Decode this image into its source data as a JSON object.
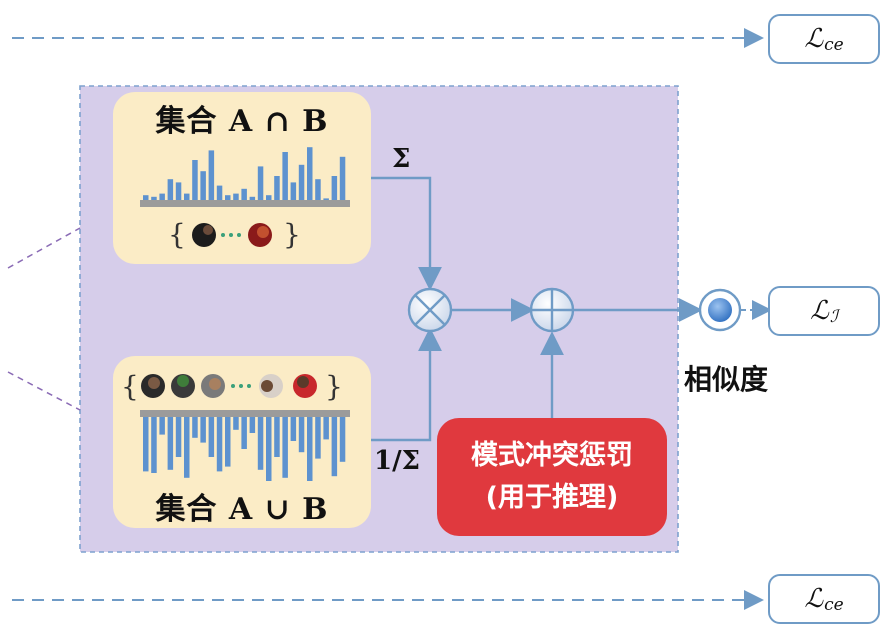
{
  "losses": {
    "top": {
      "base": "ℒ",
      "sub": "ce"
    },
    "middle": {
      "base": "ℒ",
      "sub": "ℐ"
    },
    "bottom": {
      "base": "ℒ",
      "sub": "ce"
    }
  },
  "intersection_set": {
    "title": "集合 A ∩ B",
    "bar_values": [
      3,
      2,
      4,
      13,
      11,
      4,
      25,
      18,
      31,
      9,
      3,
      4,
      7,
      2,
      21,
      3,
      15,
      30,
      11,
      22,
      33,
      13,
      1,
      15,
      27
    ]
  },
  "union_set": {
    "title": "集合 A ∪ B",
    "bar_values": [
      34,
      35,
      11,
      33,
      25,
      38,
      13,
      16,
      25,
      34,
      31,
      8,
      20,
      10,
      33,
      40,
      25,
      38,
      15,
      22,
      40,
      26,
      14,
      37,
      28
    ]
  },
  "operators": {
    "sum": "Σ",
    "inverse_sum": "1/Σ",
    "multiply": "⊗",
    "add": "⊕"
  },
  "penalty": {
    "line1": "模式冲突惩罚",
    "line2": "(用于推理)"
  },
  "similarity_label": "相似度",
  "colors": {
    "panel": "#d6cdea",
    "card": "#fbecc6",
    "bars": "#5d92cf",
    "penalty": "#e0393e",
    "arrow": "#6f9bc6"
  }
}
